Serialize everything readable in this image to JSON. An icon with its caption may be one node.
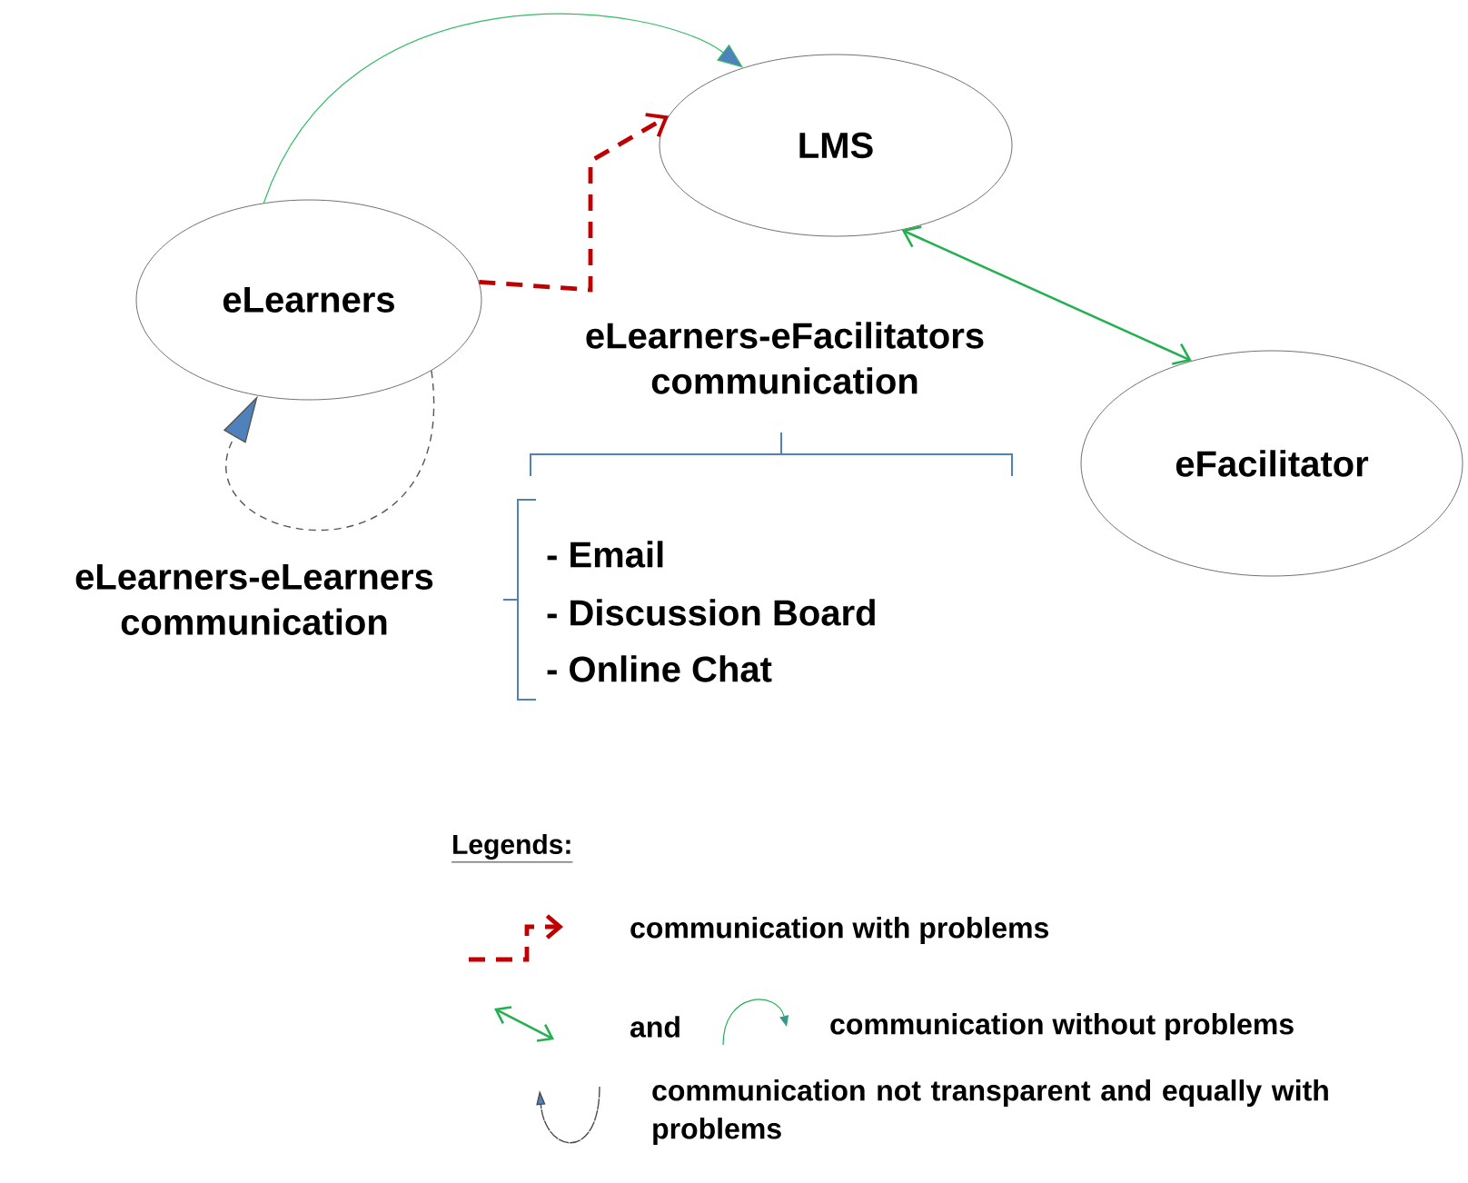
{
  "diagram": {
    "nodes": [
      {
        "text": [
          "LMS"
        ]
      },
      {
        "text": [
          "eLearners"
        ]
      },
      {
        "text": [
          "eFacilitator"
        ]
      }
    ],
    "edges": [
      {
        "from": 1,
        "to": 0,
        "arrow": "to",
        "color": "#33bb66"
      },
      {
        "from": 1,
        "to": 0,
        "arrow": "to",
        "style": "dashed",
        "color": "#c00000"
      },
      {
        "from": 0,
        "to": 2,
        "arrow": "both",
        "color": "#22b050"
      },
      {
        "from": 1,
        "to": 1,
        "arrow": "to",
        "style": "dashed",
        "color": "#555555"
      }
    ],
    "labels": [
      "eLearners-eFacilitators communication",
      "eLearners-eLearners communication",
      "- Email",
      "- Discussion Board",
      "- Online Chat",
      "Legends:",
      "and"
    ],
    "legend": [
      {
        "text": "communication with problems"
      },
      {
        "text": "communication without problems"
      },
      {
        "text": "communication not transparent and equally with problems"
      }
    ]
  }
}
